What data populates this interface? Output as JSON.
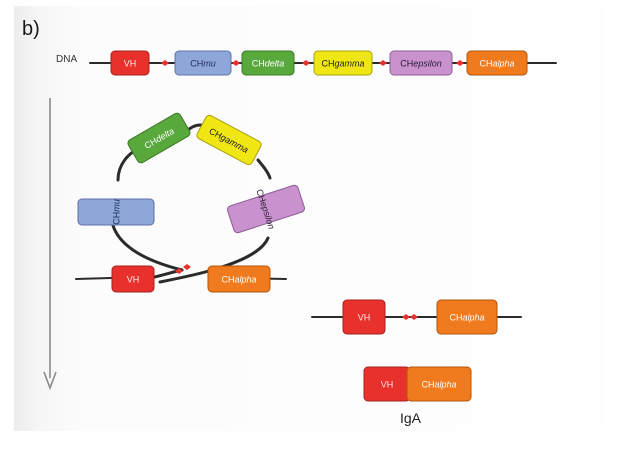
{
  "panel_label": "b)",
  "dna_label": "DNA",
  "product_label": "IgA",
  "segments": {
    "vh": {
      "prefix": "VH",
      "suffix": "",
      "fill": "#e8312d",
      "stroke": "#a52420",
      "text": "#ffe9e6"
    },
    "mu": {
      "prefix": "CH",
      "suffix": "mu",
      "fill": "#8fa6d8",
      "stroke": "#5d73a8",
      "text": "#1e2d5a"
    },
    "delta": {
      "prefix": "CH",
      "suffix": "delta",
      "fill": "#59a83c",
      "stroke": "#3b7a27",
      "text": "#ffffff"
    },
    "gamma": {
      "prefix": "CH",
      "suffix": "gamma",
      "fill": "#f0e614",
      "stroke": "#a8a010",
      "text": "#222222"
    },
    "epsilon": {
      "prefix": "CH",
      "suffix": "epsilon",
      "fill": "#c992cf",
      "stroke": "#8d5d95",
      "text": "#2a1a2e"
    },
    "alpha": {
      "prefix": "CH",
      "suffix": "alpha",
      "fill": "#f07a1e",
      "stroke": "#b0560f",
      "text": "#ffffff"
    }
  },
  "switch_region_color": "#e8312d",
  "line_color": "#2b2b2b",
  "arrow_color": "#8a8a8a"
}
